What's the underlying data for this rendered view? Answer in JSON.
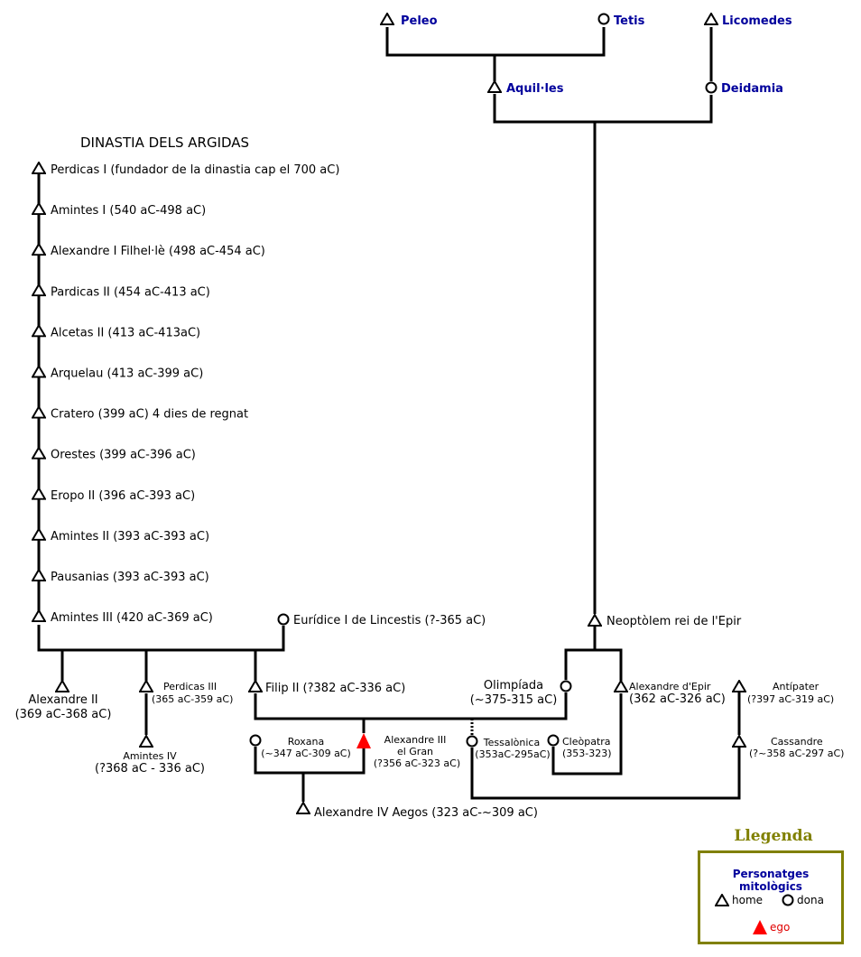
{
  "title": "DINASTIA DELS ARGIDAS",
  "colors": {
    "mythological": "#00009c",
    "ego": "#ff0000",
    "legend_border": "#808000",
    "line": "#000000"
  },
  "mythological": {
    "peleo": "Peleo",
    "tetis": "Tetis",
    "licomedes": "Licomedes",
    "aquilles": "Aquil·les",
    "deidamia": "Deidamia"
  },
  "dynasty": [
    "Perdicas I (fundador de la dinastia cap el 700 aC)",
    "Amintes I (540 aC-498 aC)",
    "Alexandre I Filhel·lè (498 aC-454 aC)",
    "Pardicas II (454 aC-413 aC)",
    "Alcetas II (413 aC-413aC)",
    "Arquelau (413 aC-399 aC)",
    "Cratero (399 aC) 4 dies de regnat",
    "Orestes (399 aC-396 aC)",
    "Eropo II (396 aC-393 aC)",
    "Amintes II (393 aC-393 aC)",
    "Pausanias (393 aC-393 aC)",
    "Amintes III (420 aC-369 aC)"
  ],
  "people": {
    "euridice": "Eurídice I de Lincestis (?-365 aC)",
    "neoptolem": "Neoptòlem rei de l'Epir",
    "alexandre2_name": "Alexandre II",
    "alexandre2_dates": "(369 aC-368 aC)",
    "perdicas3_name": "Perdicas III",
    "perdicas3_dates": "(365 aC-359 aC)",
    "amintes4_name": "Amintes IV",
    "amintes4_dates": "(?368 aC - 336 aC)",
    "filip2": "Filip II (?382 aC-336 aC)",
    "olimpiada_name": "Olimpíada",
    "olimpiada_dates": "(~375-315 aC)",
    "alexandre_epir_name": "Alexandre d'Epir",
    "alexandre_epir_dates": "(362 aC-326 aC)",
    "antipater_name": "Antípater",
    "antipater_dates": "(?397 aC-319 aC)",
    "roxana_name": "Roxana",
    "roxana_dates": "(~347 aC-309 aC)",
    "alexandre3_name": "Alexandre III",
    "alexandre3_epithet": "el Gran",
    "alexandre3_dates": "(?356 aC-323 aC)",
    "tessalonica_name": "Tessalònica",
    "tessalonica_dates": "(353aC-295aC)",
    "cleopatra_name": "Cleòpatra",
    "cleopatra_dates": "(353-323)",
    "cassandre_name": "Cassandre",
    "cassandre_dates": "(?~358 aC-297 aC)",
    "alexandre4": "Alexandre IV Aegos (323 aC-~309 aC)"
  },
  "legend": {
    "title": "Llegenda",
    "mythological_label": "Personatges mitològics",
    "man_label": "home",
    "woman_label": "dona",
    "ego_label": "ego"
  }
}
